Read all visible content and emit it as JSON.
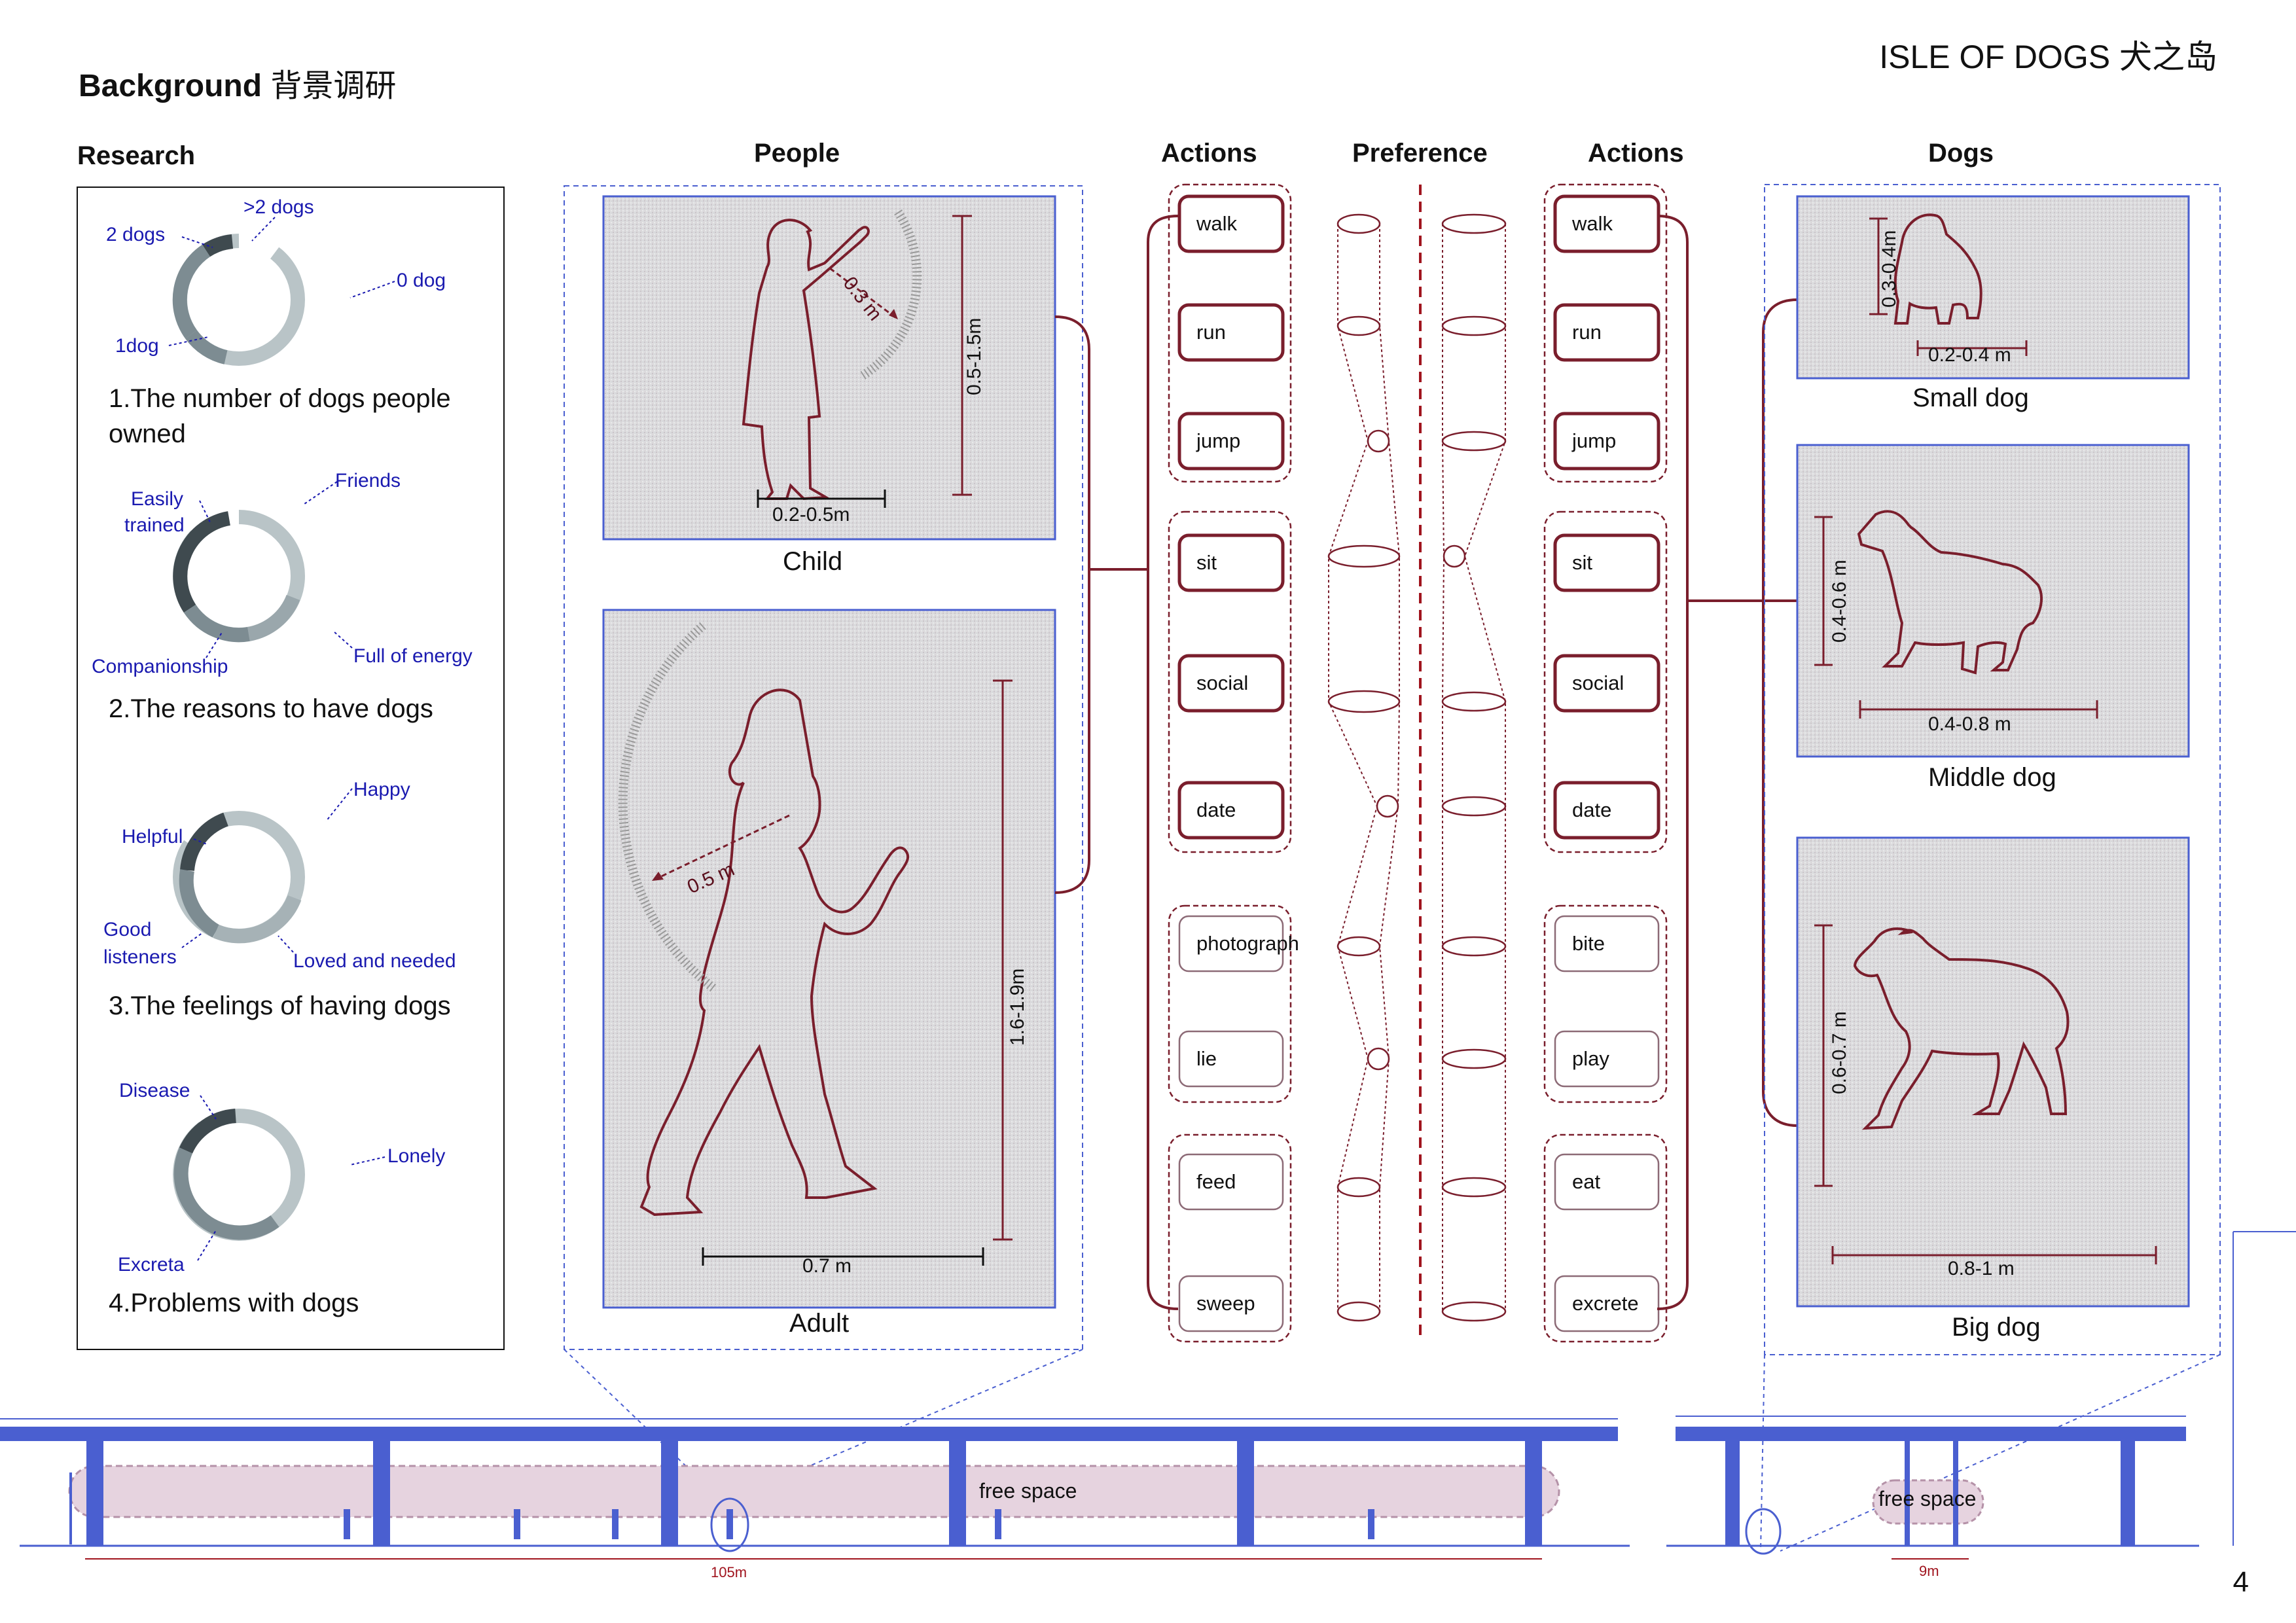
{
  "header": {
    "title_en": "Background",
    "title_cn": "背景调研",
    "brand": "ISLE OF DOGS 犬之岛",
    "page_number": "4"
  },
  "columns": {
    "research": "Research",
    "people": "People",
    "actions_left": "Actions",
    "preference": "Preference",
    "actions_right": "Actions",
    "dogs": "Dogs"
  },
  "research": {
    "q1": {
      "labels": [
        ">2 dogs",
        "2 dogs",
        "0 dog",
        "1dog"
      ],
      "text": "1.The number of dogs people owned"
    },
    "q2": {
      "labels": [
        "Friends",
        "Easily",
        "trained",
        "Full of energy",
        "Companionship"
      ],
      "text": "2.The reasons to have dogs"
    },
    "q3": {
      "labels": [
        "Happy",
        "Helpful",
        "Good",
        "listeners",
        "Loved and needed"
      ],
      "text": "3.The feelings of having dogs"
    },
    "q4": {
      "labels": [
        "Disease",
        "Lonely",
        "Excreta"
      ],
      "text": "4.Problems with dogs"
    },
    "ring_colors": [
      "#3f4a4f",
      "#7d8c92",
      "#b9c4c7"
    ]
  },
  "people": {
    "child": {
      "caption": "Child",
      "height": "0.5-1.5m",
      "width": "0.2-0.5m",
      "reach": "0.3 m"
    },
    "adult": {
      "caption": "Adult",
      "height": "1.6-1.9m",
      "width": "0.7 m",
      "reach": "0.5 m"
    }
  },
  "actions_left": [
    "walk",
    "run",
    "jump",
    "sit",
    "social",
    "date",
    "photograph",
    "lie",
    "feed",
    "sweep"
  ],
  "actions_right": [
    "walk",
    "run",
    "jump",
    "sit",
    "social",
    "date",
    "bite",
    "play",
    "eat",
    "excrete"
  ],
  "dogs": {
    "small": {
      "caption": "Small dog",
      "height": "0.3-0.4m",
      "width": "0.2-0.4 m"
    },
    "middle": {
      "caption": "Middle dog",
      "height": "0.4-0.6 m",
      "width": "0.4-0.8 m"
    },
    "big": {
      "caption": "Big dog",
      "height": "0.6-0.7 m",
      "width": "0.8-1 m"
    }
  },
  "section": {
    "free_space_left": "free space",
    "free_space_right": "free space",
    "length_left": "105m",
    "length_right": "9m"
  },
  "colors": {
    "maroon": "#7a1e2c",
    "blue": "#4a5fd0",
    "navy": "#1a1ab0",
    "grey_panel": "#d9dadb",
    "pink_band": "#e6d3df"
  }
}
